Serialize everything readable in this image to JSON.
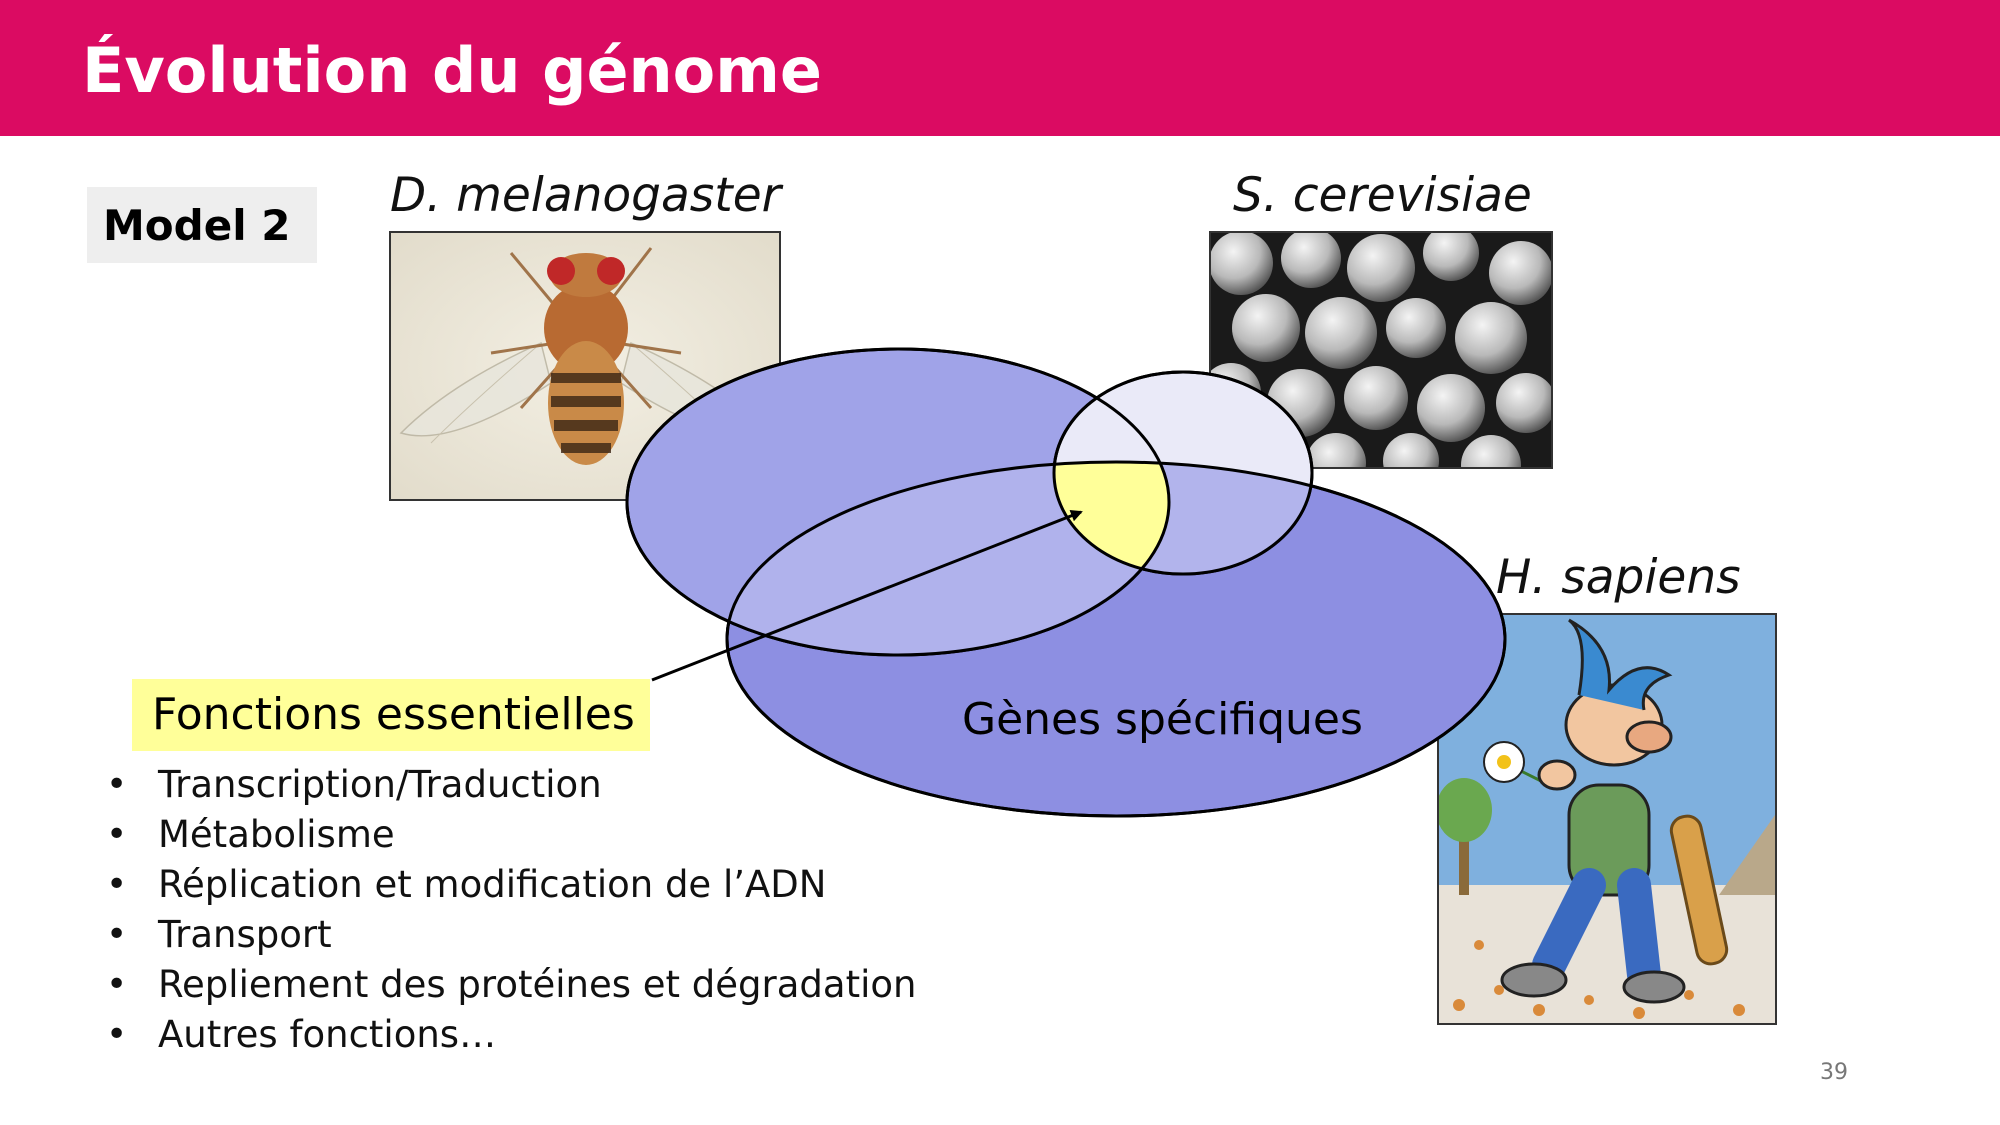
{
  "header": {
    "title": "Évolution du génome",
    "bg_color": "#db0b62"
  },
  "model_label": "Model 2",
  "species": {
    "drosophila": "D. melanogaster",
    "yeast": "S. cerevisiae",
    "human": "H. sapiens"
  },
  "diagram": {
    "essential_label": "Fonctions essentielles",
    "specific_label": "Gènes spécifiques",
    "colors": {
      "fly_set": "#a0a3e8",
      "yeast_set": "#eaeaf8",
      "human_set": "#8d8fe2",
      "fly_human_overlap": "#b0b2ec",
      "yeast_human_overlap": "#b2b4ec",
      "core_overlap": "#ffff99",
      "essential_label_bg": "#ffff99"
    }
  },
  "functions": [
    "Transcription/Traduction",
    "Métabolisme",
    "Réplication et modification de l’ADN",
    "Transport",
    "Repliement des protéines et dégradation",
    "Autres fonctions…"
  ],
  "bullet": "•",
  "page_number": "39"
}
